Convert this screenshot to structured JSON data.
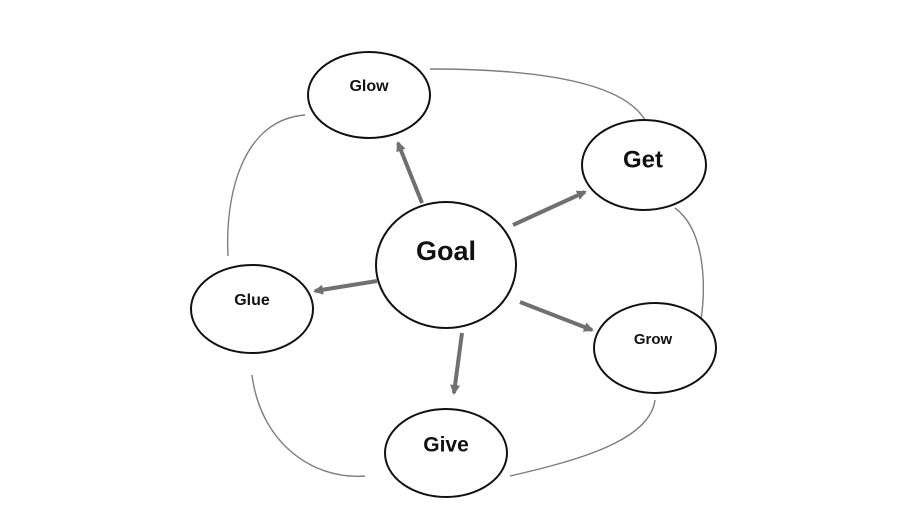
{
  "center": {
    "label": "Goal"
  },
  "nodes": {
    "glow": {
      "label": "Glow"
    },
    "get": {
      "label": "Get"
    },
    "grow": {
      "label": "Grow"
    },
    "give": {
      "label": "Give"
    },
    "glue": {
      "label": "Glue"
    }
  },
  "colors": {
    "node_stroke": "#111111",
    "arrow": "#707070",
    "connector": "#7d7d7d",
    "background": "#ffffff"
  }
}
